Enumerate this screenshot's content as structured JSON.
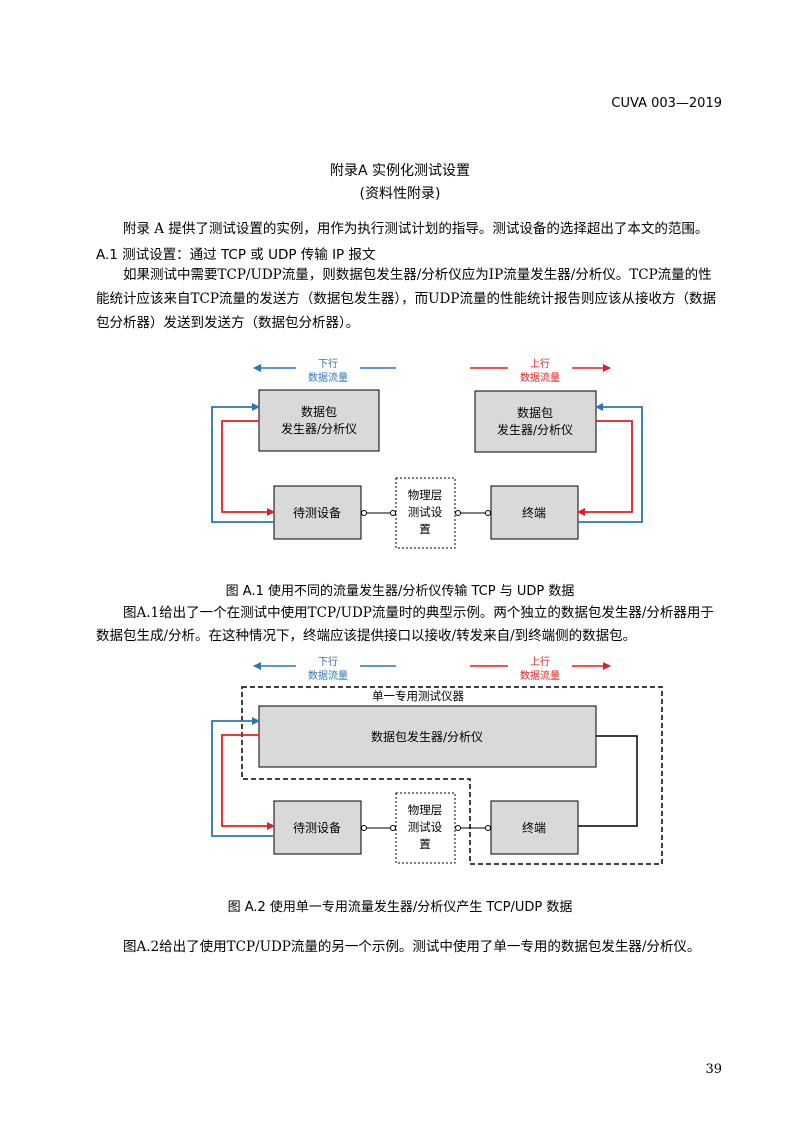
{
  "header": {
    "code": "CUVA 003—2019"
  },
  "appendix": {
    "title": "附录A  实例化测试设置",
    "subtitle": "(资料性附录)"
  },
  "intro": "附录 A 提供了测试设置的实例，用作为执行测试计划的指导。测试设备的选择超出了本文的范围。",
  "section_a1": {
    "heading": "A.1  测试设置：通过 TCP 或 UDP 传输 IP 报文",
    "para_line1": "如果测试中需要TCP/UDP流量，则数据包发生器/分析仪应为IP流量发生器/分析仪。TCP流量的性",
    "para_line2": "能统计应该来自TCP流量的发送方（数据包发生器），而UDP流量的性能统计报告则应该从接收方（数据",
    "para_line3": "包分析器）发送到发送方（数据包分析器）。"
  },
  "figure1": {
    "down_label_1": "下行",
    "down_label_2": "数据流量",
    "up_label_1": "上行",
    "up_label_2": "数据流量",
    "gen_left_1": "数据包",
    "gen_left_2": "发生器/分析仪",
    "gen_right_1": "数据包",
    "gen_right_2": "发生器/分析仪",
    "dut": "待测设备",
    "phy_1": "物理层",
    "phy_2": "测试设",
    "phy_3": "置",
    "terminal": "终端",
    "caption": "图 A.1   使用不同的流量发生器/分析仪传输 TCP 与 UDP 数据"
  },
  "fig1_desc": {
    "line1": "图A.1给出了一个在测试中使用TCP/UDP流量时的典型示例。两个独立的数据包发生器/分析器用于",
    "line2": "数据包生成/分析。在这种情况下，终端应该提供接口以接收/转发来自/到终端侧的数据包。"
  },
  "figure2": {
    "down_label_1": "下行",
    "down_label_2": "数据流量",
    "up_label_1": "上行",
    "up_label_2": "数据流量",
    "instrument_label": "单一专用测试仪器",
    "gen": "数据包发生器/分析仪",
    "dut": "待测设备",
    "phy_1": "物理层",
    "phy_2": "测试设",
    "phy_3": "置",
    "terminal": "终端",
    "caption": "图 A.2   使用单一专用流量发生器/分析仪产生 TCP/UDP 数据"
  },
  "fig2_desc": "图A.2给出了使用TCP/UDP流量的另一个示例。测试中使用了单一专用的数据包发生器/分析仪。",
  "page_number": "39",
  "colors": {
    "downlink": "#2e75b6",
    "uplink": "#e02020",
    "box_fill": "#d9d9d9"
  }
}
